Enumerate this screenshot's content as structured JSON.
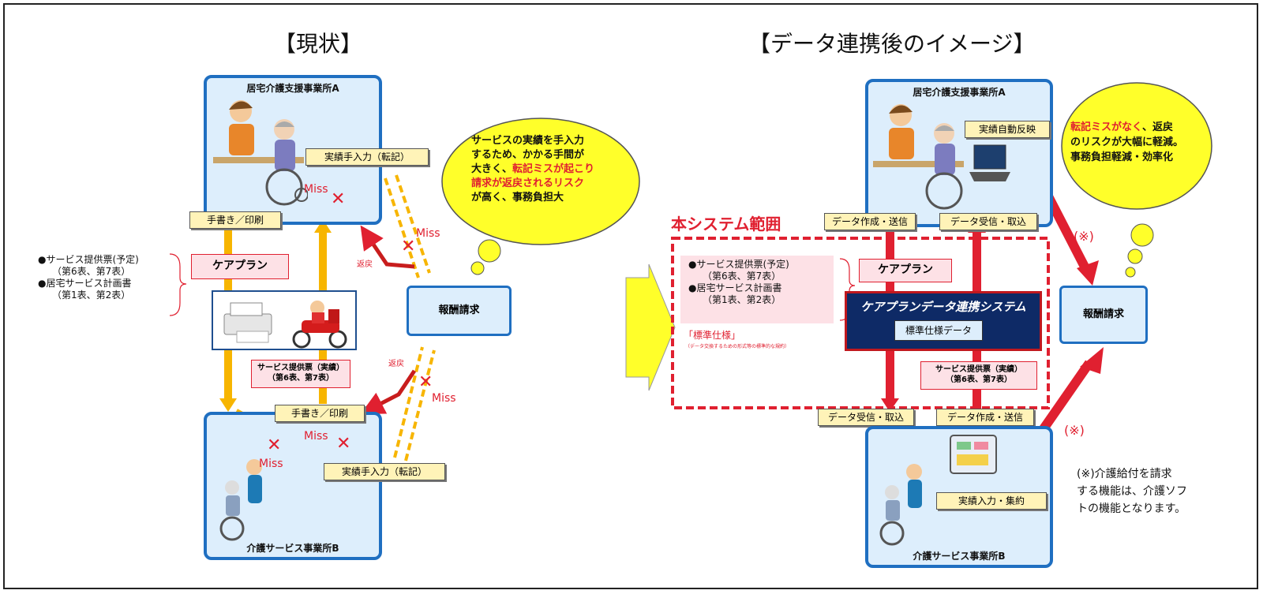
{
  "left": {
    "title": "【現状】",
    "office_a": "居宅介護支援事業所A",
    "office_b": "介護サービス事業所B",
    "handwrite_top": "手書き／印刷",
    "handwrite_bottom": "手書き／印刷",
    "manual_input_top": "実績手入力（転記）",
    "manual_input_bottom": "実績手入力（転記）",
    "careplan": "ケアプラン",
    "bullets": [
      "●サービス提供票(予定)",
      "（第6表、第7表）",
      "●居宅サービス計画書",
      "（第1表、第2表）"
    ],
    "service_actual_1": "サービス提供票（実績）",
    "service_actual_2": "（第6表、第7表）",
    "reward": "報酬請求",
    "miss": "Miss",
    "henrei": "返戻",
    "cloud_lines": [
      "サービスの実績を手入力",
      "するため、かかる手間が",
      "大きく、",
      "転記ミスが起こり",
      "請求が返戻されるリスク",
      "が高く、事務負担大"
    ]
  },
  "right": {
    "title": "【データ連携後のイメージ】",
    "office_a": "居宅介護支援事業所A",
    "office_b": "介護サービス事業所B",
    "auto_reflect": "実績自動反映",
    "data_create_send_top": "データ作成・送信",
    "data_receive_top": "データ受信・取込",
    "data_receive_bottom": "データ受信・取込",
    "data_create_send_bottom": "データ作成・送信",
    "input_aggregate": "実績入力・集約",
    "system_range": "本システム範囲",
    "careplan": "ケアプラン",
    "bullets": [
      "●サービス提供票(予定)",
      "（第6表、第7表）",
      "●居宅サービス計画書",
      "（第1表、第2表）"
    ],
    "system_name": "ケアプランデータ連携システム",
    "standard_data": "標準仕様データ",
    "standard_spec": "「標準仕様」",
    "standard_spec_note": "（データ交換するための形式等の標準的な規約）",
    "service_actual_1": "サービス提供票（実績）",
    "service_actual_2": "（第6表、第7表）",
    "reward": "報酬請求",
    "asterisk": "(※)",
    "cloud_red": "転記ミスがなく",
    "cloud_rest_1": "、返戻",
    "cloud_line_2": "のリスクが大幅に軽減。",
    "cloud_line_3": "事務負担軽減・効率化",
    "footnote": [
      "(※)介護給付を請求",
      "する機能は、介護ソフ",
      "トの機能となります。"
    ]
  }
}
